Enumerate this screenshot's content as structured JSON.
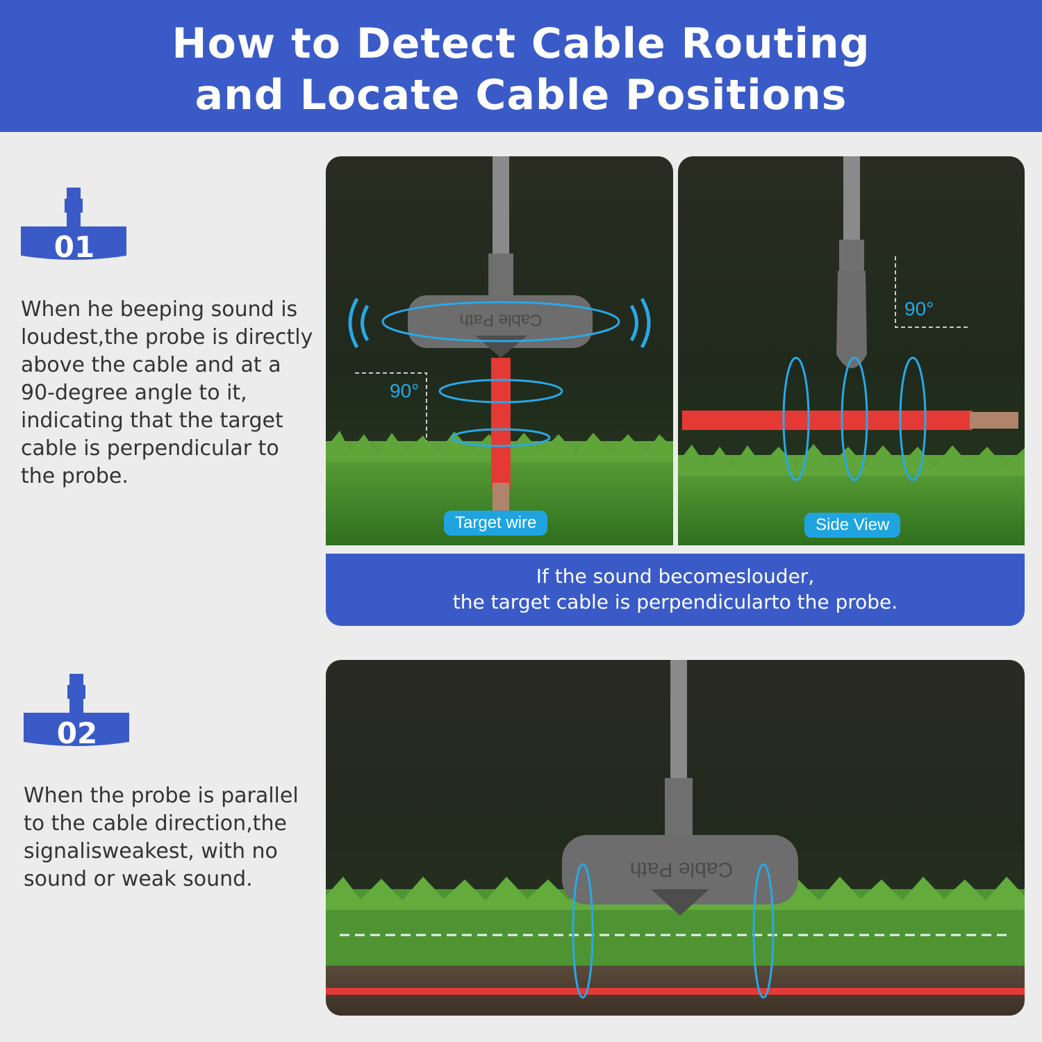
{
  "header": {
    "title_line1": "How to Detect Cable Routing",
    "title_line2": "and Locate Cable Positions"
  },
  "step1": {
    "number": "01",
    "text": "When he beeping sound is loudest,the probe is directly above the cable and at a 90-degree angle to it, indicating that the target cable is perpendicular to the probe."
  },
  "step2": {
    "number": "02",
    "text": "When the probe is parallel to the cable direction,the signalisweakest, with no sound or weak sound."
  },
  "panel_front": {
    "probe_label": "Cable Path",
    "angle": "90°",
    "tag": "Target wire"
  },
  "panel_side": {
    "angle": "90°",
    "tag": "Side View"
  },
  "panel_bottom": {
    "probe_label": "Cable Path"
  },
  "note": {
    "line1": "If the sound becomeslouder,",
    "line2": "the target cable is perpendicularto the probe."
  },
  "colors": {
    "brand_blue": "#3a5bc7",
    "accent_cyan": "#1fa4e0",
    "wire_red": "#e53935"
  }
}
